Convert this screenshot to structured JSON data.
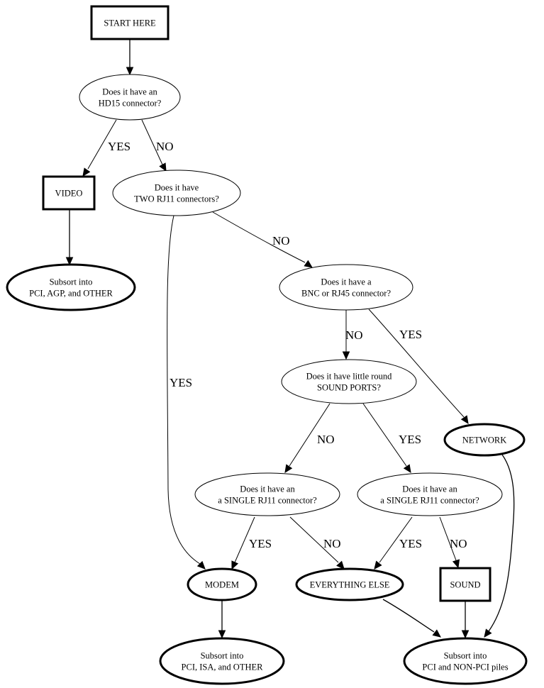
{
  "diagram": {
    "type": "decision-flowchart",
    "nodes": [
      {
        "id": "start",
        "shape": "box",
        "style": "bold",
        "lines": [
          "START HERE"
        ]
      },
      {
        "id": "q_hd15",
        "shape": "ellipse",
        "style": "thin",
        "lines": [
          "Does it have an",
          "HD15 connector?"
        ]
      },
      {
        "id": "video",
        "shape": "box",
        "style": "bold",
        "lines": [
          "VIDEO"
        ]
      },
      {
        "id": "q_two_rj11",
        "shape": "ellipse",
        "style": "thin",
        "lines": [
          "Does it have",
          "TWO RJ11 connectors?"
        ]
      },
      {
        "id": "video_subsort",
        "shape": "ellipse",
        "style": "bold",
        "lines": [
          "Subsort into",
          "PCI, AGP, and OTHER"
        ]
      },
      {
        "id": "q_bnc_rj45",
        "shape": "ellipse",
        "style": "thin",
        "lines": [
          "Does it have a",
          "BNC or RJ45 connector?"
        ]
      },
      {
        "id": "q_sound_ports",
        "shape": "ellipse",
        "style": "thin",
        "lines": [
          "Does it have little round",
          "SOUND PORTS?"
        ]
      },
      {
        "id": "network",
        "shape": "ellipse",
        "style": "bold",
        "lines": [
          "NETWORK"
        ]
      },
      {
        "id": "q_single_rj11_a",
        "shape": "ellipse",
        "style": "thin",
        "lines": [
          "Does it have an",
          "a SINGLE RJ11 connector?"
        ]
      },
      {
        "id": "q_single_rj11_b",
        "shape": "ellipse",
        "style": "thin",
        "lines": [
          "Does it have an",
          "a SINGLE RJ11 connector?"
        ]
      },
      {
        "id": "modem",
        "shape": "ellipse",
        "style": "bold",
        "lines": [
          "MODEM"
        ]
      },
      {
        "id": "everything_else",
        "shape": "ellipse",
        "style": "bold",
        "lines": [
          "EVERYTHING ELSE"
        ]
      },
      {
        "id": "sound",
        "shape": "box",
        "style": "bold",
        "lines": [
          "SOUND"
        ]
      },
      {
        "id": "modem_subsort",
        "shape": "ellipse",
        "style": "bold",
        "lines": [
          "Subsort into",
          "PCI, ISA, and OTHER"
        ]
      },
      {
        "id": "pci_subsort",
        "shape": "ellipse",
        "style": "bold",
        "lines": [
          "Subsort into",
          "PCI and NON-PCI piles"
        ]
      }
    ],
    "edges": [
      {
        "from": "start",
        "to": "q_hd15",
        "label": ""
      },
      {
        "from": "q_hd15",
        "to": "video",
        "label": "YES"
      },
      {
        "from": "q_hd15",
        "to": "q_two_rj11",
        "label": "NO"
      },
      {
        "from": "video",
        "to": "video_subsort",
        "label": ""
      },
      {
        "from": "q_two_rj11",
        "to": "q_bnc_rj45",
        "label": "NO"
      },
      {
        "from": "q_two_rj11",
        "to": "modem",
        "label": "YES"
      },
      {
        "from": "q_bnc_rj45",
        "to": "q_sound_ports",
        "label": "NO"
      },
      {
        "from": "q_bnc_rj45",
        "to": "network",
        "label": "YES"
      },
      {
        "from": "q_sound_ports",
        "to": "q_single_rj11_a",
        "label": "NO"
      },
      {
        "from": "q_sound_ports",
        "to": "q_single_rj11_b",
        "label": "YES"
      },
      {
        "from": "q_single_rj11_a",
        "to": "modem",
        "label": "YES"
      },
      {
        "from": "q_single_rj11_a",
        "to": "everything_else",
        "label": "NO"
      },
      {
        "from": "q_single_rj11_b",
        "to": "everything_else",
        "label": "YES"
      },
      {
        "from": "q_single_rj11_b",
        "to": "sound",
        "label": "NO"
      },
      {
        "from": "modem",
        "to": "modem_subsort",
        "label": ""
      },
      {
        "from": "everything_else",
        "to": "pci_subsort",
        "label": ""
      },
      {
        "from": "sound",
        "to": "pci_subsort",
        "label": ""
      },
      {
        "from": "network",
        "to": "pci_subsort",
        "label": ""
      }
    ]
  }
}
